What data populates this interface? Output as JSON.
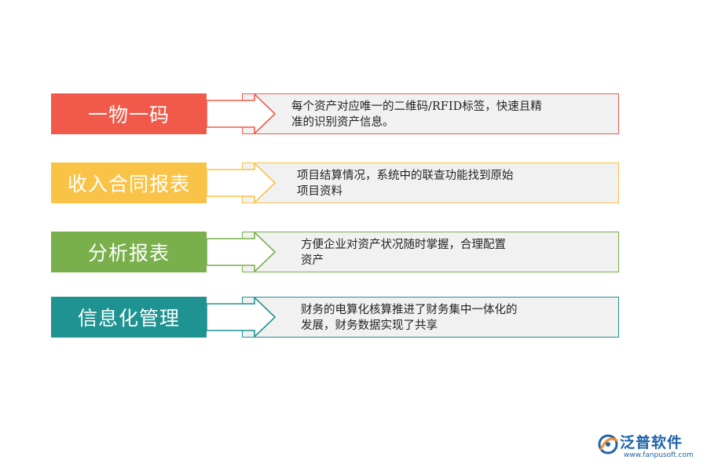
{
  "rows": [
    {
      "label": "一物一码",
      "description_line1": "每个资产对应唯一的二维码/RFID标签，快速且精",
      "description_line2": "准的识别资产信息。",
      "color": "#f15a4a"
    },
    {
      "label": "收入合同报表",
      "description_line1": "项目结算情况，系统中的联查功能找到原始",
      "description_line2": "项目资料",
      "color": "#f9c347"
    },
    {
      "label": "分析报表",
      "description_line1": "方便企业对资产状况随时掌握，合理配置",
      "description_line2": "资产",
      "color": "#79b04b"
    },
    {
      "label": "信息化管理",
      "description_line1": "财务的电算化核算推进了财务集中一体化的",
      "description_line2": "发展，财务数据实现了共享",
      "color": "#1e9391"
    }
  ],
  "brand": {
    "name": "泛普软件",
    "url": "www.fanpusoft.com",
    "color": "#1f63a8",
    "accent": "#f28a2e"
  }
}
